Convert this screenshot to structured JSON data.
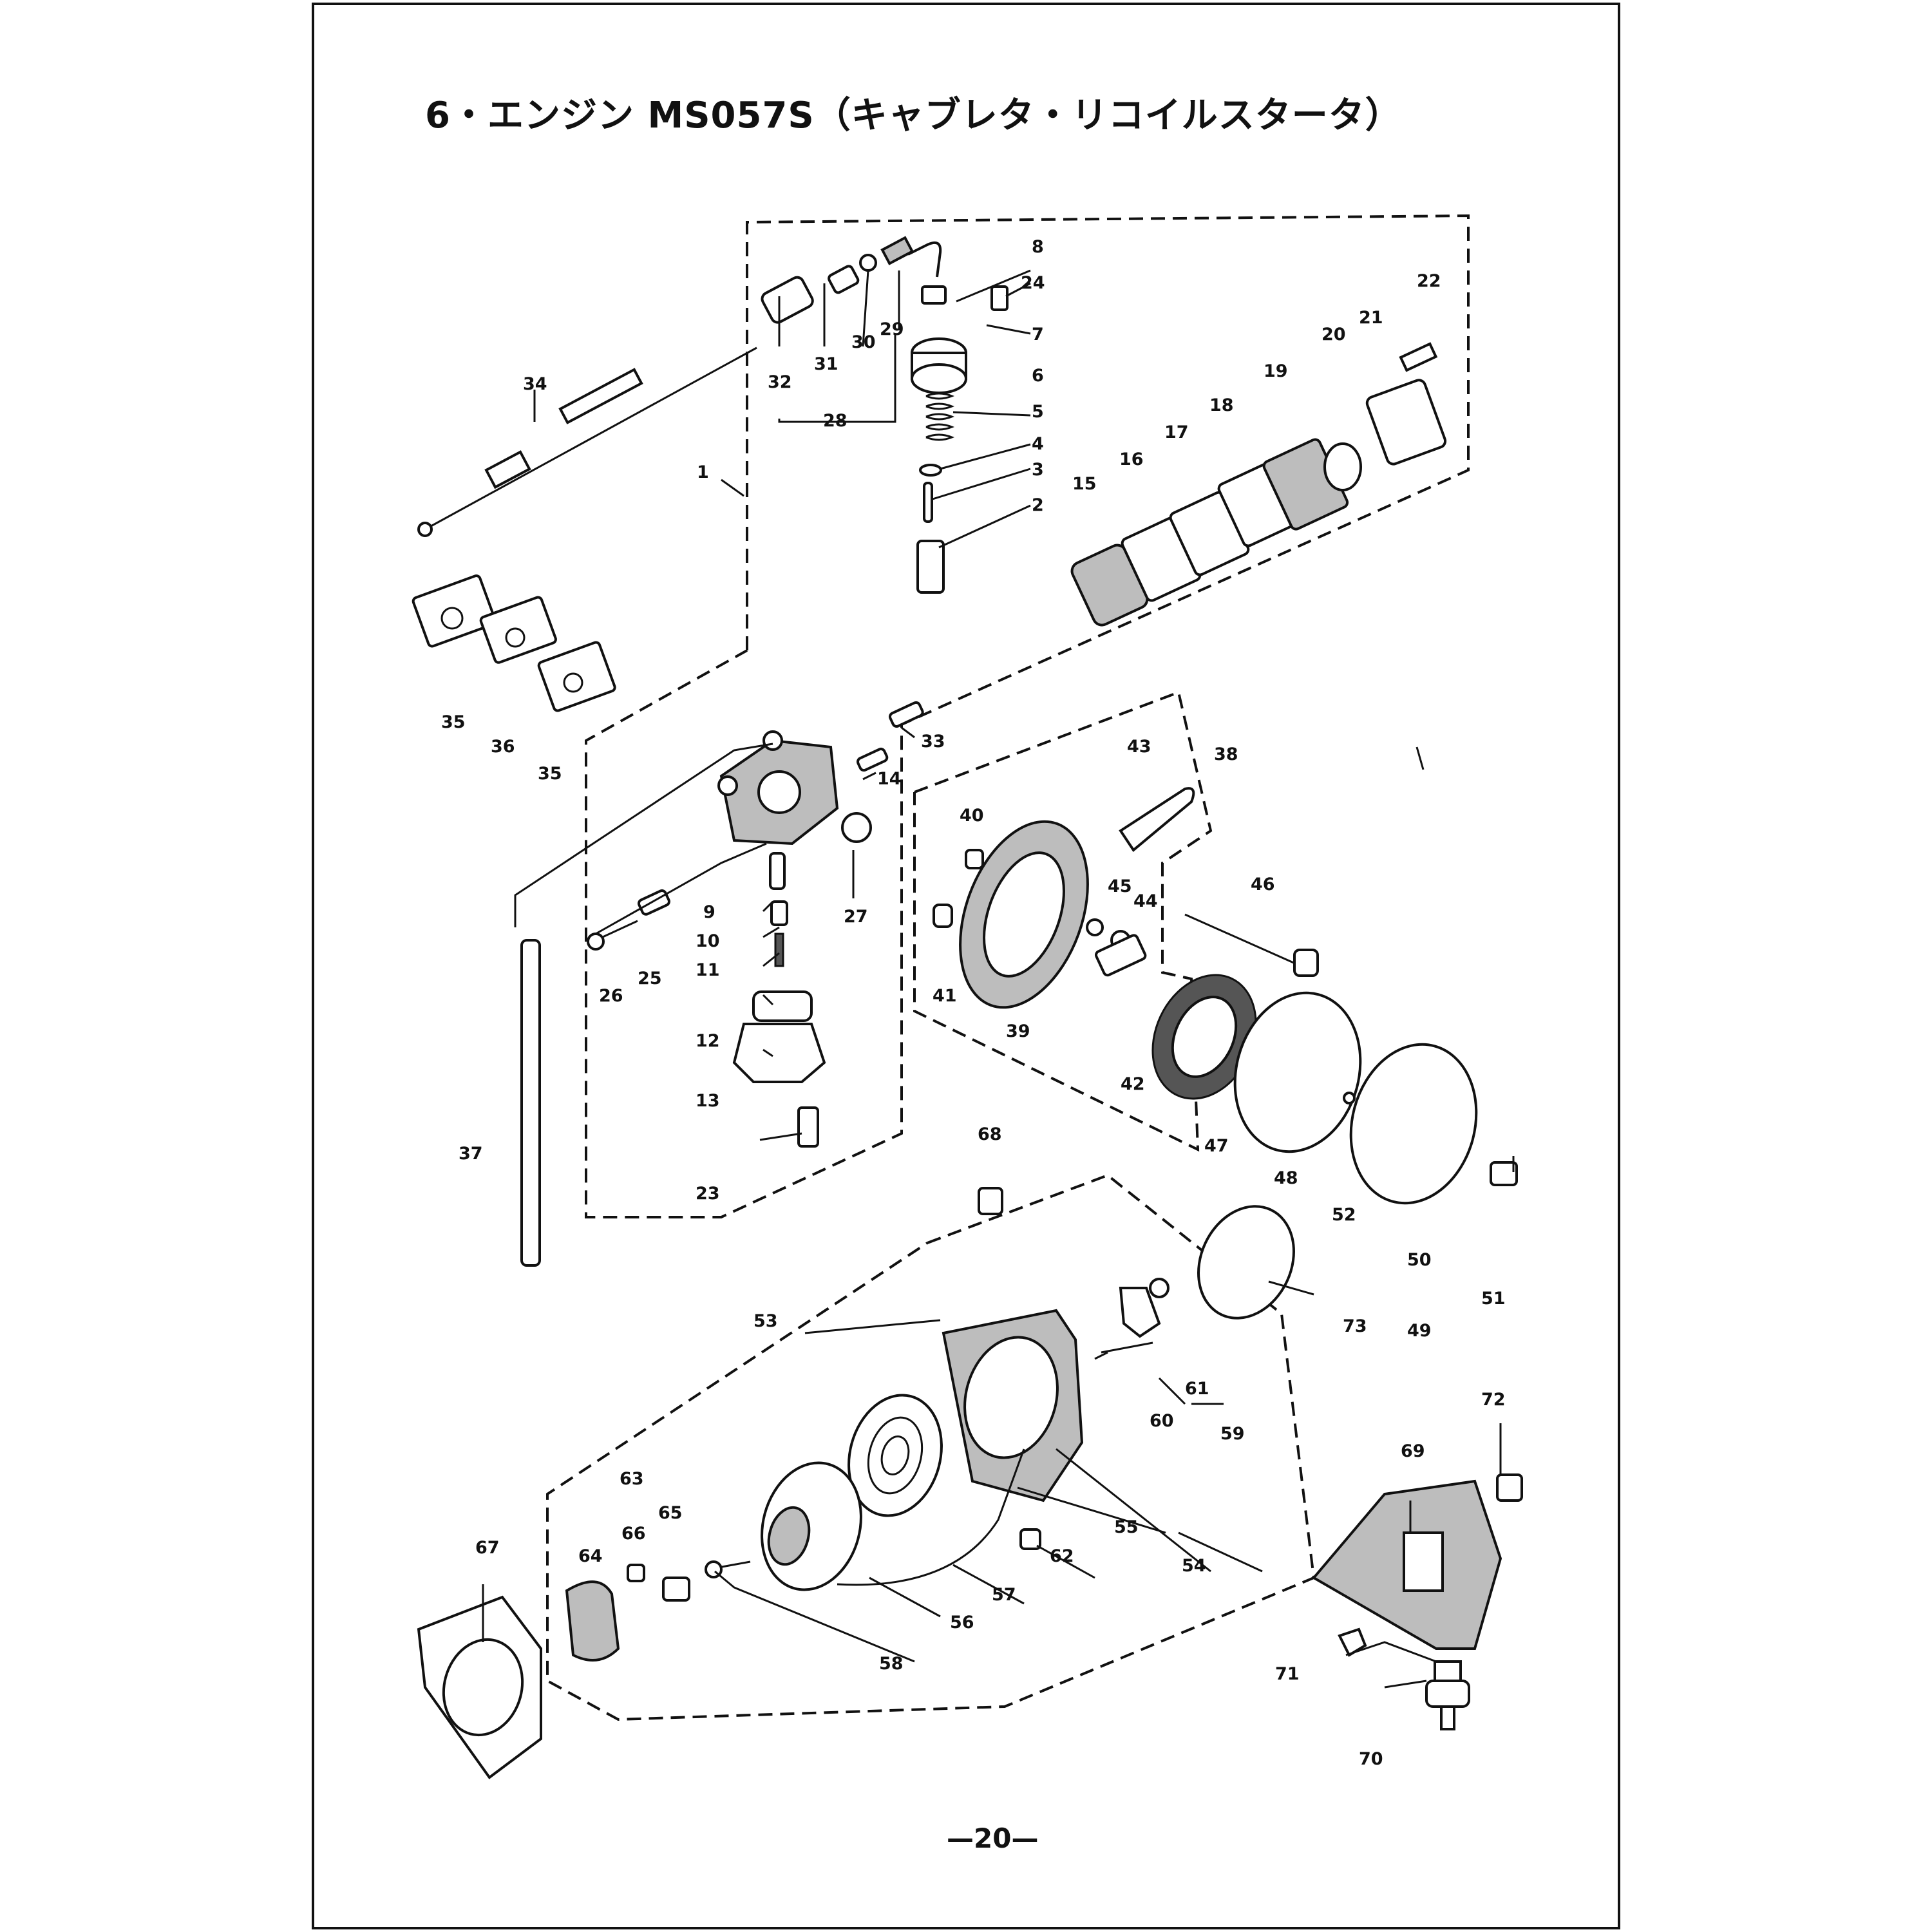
{
  "title": "6・エンジン MS057S（キャブレタ・リコイルスタータ）",
  "page_number": "—20—",
  "part_labels": {
    "p1": "1",
    "p2": "2",
    "p3": "3",
    "p4": "4",
    "p5": "5",
    "p6": "6",
    "p7": "7",
    "p8": "8",
    "p9": "9",
    "p10": "10",
    "p11": "11",
    "p12": "12",
    "p13": "13",
    "p14": "14",
    "p15": "15",
    "p16": "16",
    "p17": "17",
    "p18": "18",
    "p19": "19",
    "p20": "20",
    "p21": "21",
    "p22": "22",
    "p23": "23",
    "p24": "24",
    "p25": "25",
    "p26": "26",
    "p27": "27",
    "p28": "28",
    "p29": "29",
    "p30": "30",
    "p31": "31",
    "p32": "32",
    "p33": "33",
    "p34": "34",
    "p35a": "35",
    "p35b": "35",
    "p36": "36",
    "p37": "37",
    "p38": "38",
    "p39": "39",
    "p40": "40",
    "p41": "41",
    "p42": "42",
    "p43": "43",
    "p44": "44",
    "p45": "45",
    "p46": "46",
    "p47": "47",
    "p48": "48",
    "p49": "49",
    "p50": "50",
    "p51": "51",
    "p52": "52",
    "p53": "53",
    "p54": "54",
    "p55": "55",
    "p56": "56",
    "p57": "57",
    "p58": "58",
    "p59": "59",
    "p60": "60",
    "p61": "61",
    "p62": "62",
    "p63": "63",
    "p64": "64",
    "p65": "65",
    "p66": "66",
    "p67": "67",
    "p68": "68",
    "p69": "69",
    "p70": "70",
    "p71": "71",
    "p72": "72",
    "p73": "73"
  }
}
